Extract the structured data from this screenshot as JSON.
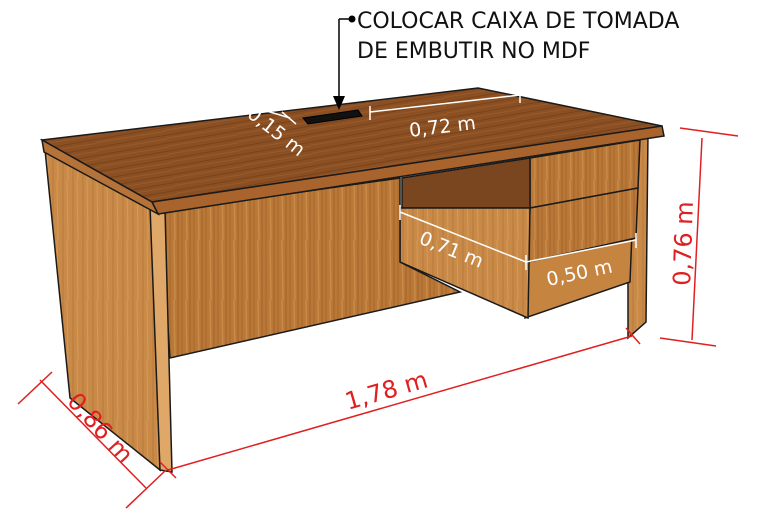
{
  "annotation": {
    "line1": "COLOCAR CAIXA DE TOMADA",
    "line2": "DE EMBUTIR NO MDF"
  },
  "dimensions": {
    "outlet_depth": "0,15 m",
    "outlet_offset": "0,72 m",
    "drawer_depth": "0,71 m",
    "drawer_width": "0,50 m",
    "height": "0,76 m",
    "length": "1,78 m",
    "width": "0,86 m"
  },
  "colors": {
    "dimension_red": "#e02020",
    "dimension_white": "#ffffff",
    "wood_top": "#8a4f22",
    "wood_front": "#b97838",
    "wood_side": "#c98a48",
    "outline": "#1a1a1a"
  }
}
